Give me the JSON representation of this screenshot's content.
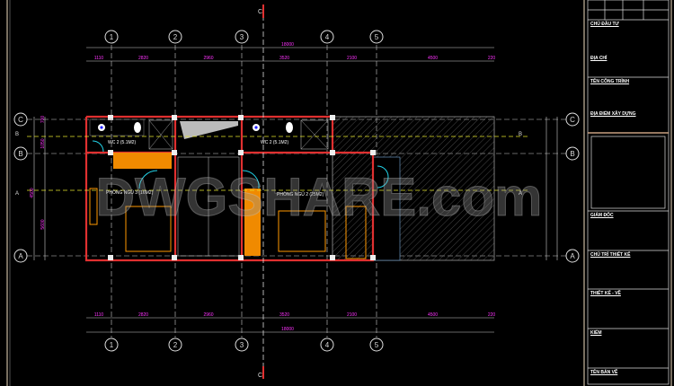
{
  "grid": {
    "columns": [
      "1",
      "2",
      "3",
      "4",
      "5"
    ],
    "rows": [
      "C",
      "B",
      "A"
    ],
    "section_markers": {
      "horizontal": [
        "B",
        "A"
      ],
      "vertical": "C"
    }
  },
  "dimensions": {
    "overall": "18000",
    "segments": [
      "1110",
      "2820",
      "2960",
      "3520",
      "2100",
      "4500",
      "220"
    ],
    "vertical_left": [
      "700",
      "1050",
      "4500",
      "5600"
    ]
  },
  "rooms": [
    {
      "label": "WC 2 (5.1M2)"
    },
    {
      "label": "WC 2 (5.1M2)"
    },
    {
      "label": "PHÒNG NGỦ 3 (16M2)"
    },
    {
      "label": "PHÒNG NGỦ 2 (25M2)"
    }
  ],
  "watermark": "DWGSHARE.com",
  "title_block": {
    "owner": "CHỦ ĐẦU TƯ",
    "address": "ĐỊA CHỈ",
    "project": "TÊN CÔNG TRÌNH",
    "location": "ĐỊA ĐIỂM XÂY DỰNG",
    "director": "GIÁM ĐỐC",
    "lead_designer": "CHỦ TRÌ THIẾT KẾ",
    "designer": "THIẾT KẾ - VẼ",
    "checker": "KIỂM",
    "drawing_name": "TÊN BẢN VẼ"
  },
  "colors": {
    "wall": "#e03030",
    "dim_text": "#ff33ff",
    "axis": "#d8d8d8",
    "furniture": "#ff9900",
    "door": "#22d3e8",
    "hidden": "#e6e62a"
  }
}
